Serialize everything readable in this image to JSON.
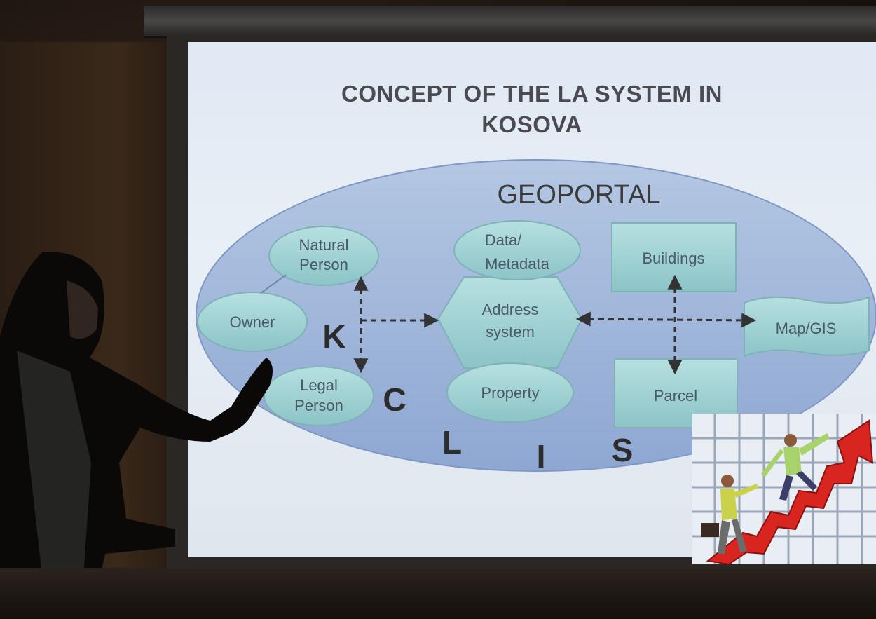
{
  "slide": {
    "title_line1": "CONCEPT OF THE  LA  SYSTEM  IN",
    "title_line2": "KOSOVA",
    "geoportal_label": "GEOPORTAL"
  },
  "nodes": {
    "natural_person": [
      "Natural",
      "Person"
    ],
    "owner": "Owner",
    "legal_person": [
      "Legal",
      "Person"
    ],
    "data_metadata": [
      "Data/",
      "Metadata"
    ],
    "address_system": [
      "Address",
      "system"
    ],
    "property": "Property",
    "buildings": "Buildings",
    "parcel": "Parcel",
    "map_gis": "Map/GIS"
  },
  "kclis_letters": [
    "K",
    "C",
    "L",
    "I",
    "S"
  ],
  "colors": {
    "ellipse": "#9fb6d8",
    "node_fill": "#9fd0d2",
    "node_stroke": "#7fb2b6",
    "arrow": "#333333",
    "chart_arrow": "#e02020"
  }
}
